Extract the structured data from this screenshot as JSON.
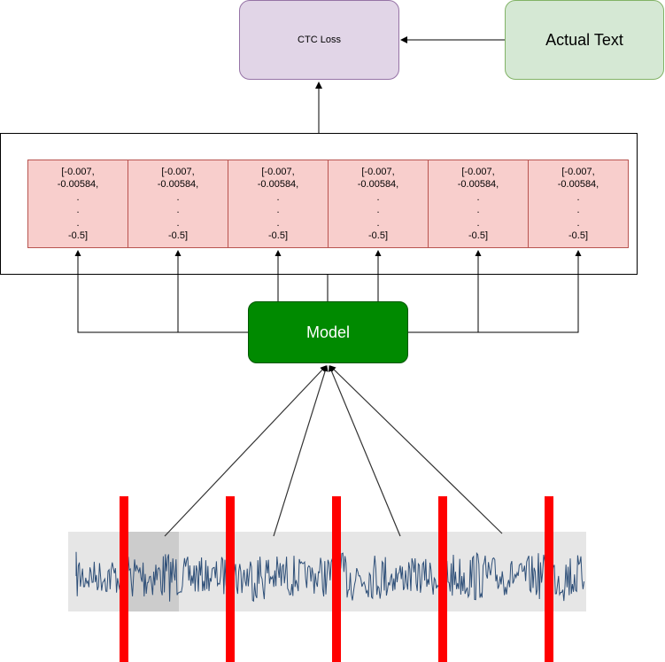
{
  "ctc_loss": {
    "label": "CTC Loss"
  },
  "actual_text": {
    "label": "Actual Text"
  },
  "model": {
    "label": "Model"
  },
  "output_vectors": [
    {
      "lines": [
        "[-0.007,",
        "-0.00584,",
        ".",
        ".",
        ".",
        "-0.5]"
      ]
    },
    {
      "lines": [
        "[-0.007,",
        "-0.00584,",
        ".",
        ".",
        ".",
        "-0.5]"
      ]
    },
    {
      "lines": [
        "[-0.007,",
        "-0.00584,",
        ".",
        ".",
        ".",
        "-0.5]"
      ]
    },
    {
      "lines": [
        "[-0.007,",
        "-0.00584,",
        ".",
        ".",
        ".",
        "-0.5]"
      ]
    },
    {
      "lines": [
        "[-0.007,",
        "-0.00584,",
        ".",
        ".",
        ".",
        "-0.5]"
      ]
    },
    {
      "lines": [
        "[-0.007,",
        "-0.00584,",
        ".",
        ".",
        ".",
        "-0.5]"
      ]
    }
  ],
  "colors": {
    "waveform": "#2e4f78",
    "frame_marker": "#ff0000",
    "waveform_background": "#e6e6e6",
    "highlight_window": "#cccccc"
  }
}
